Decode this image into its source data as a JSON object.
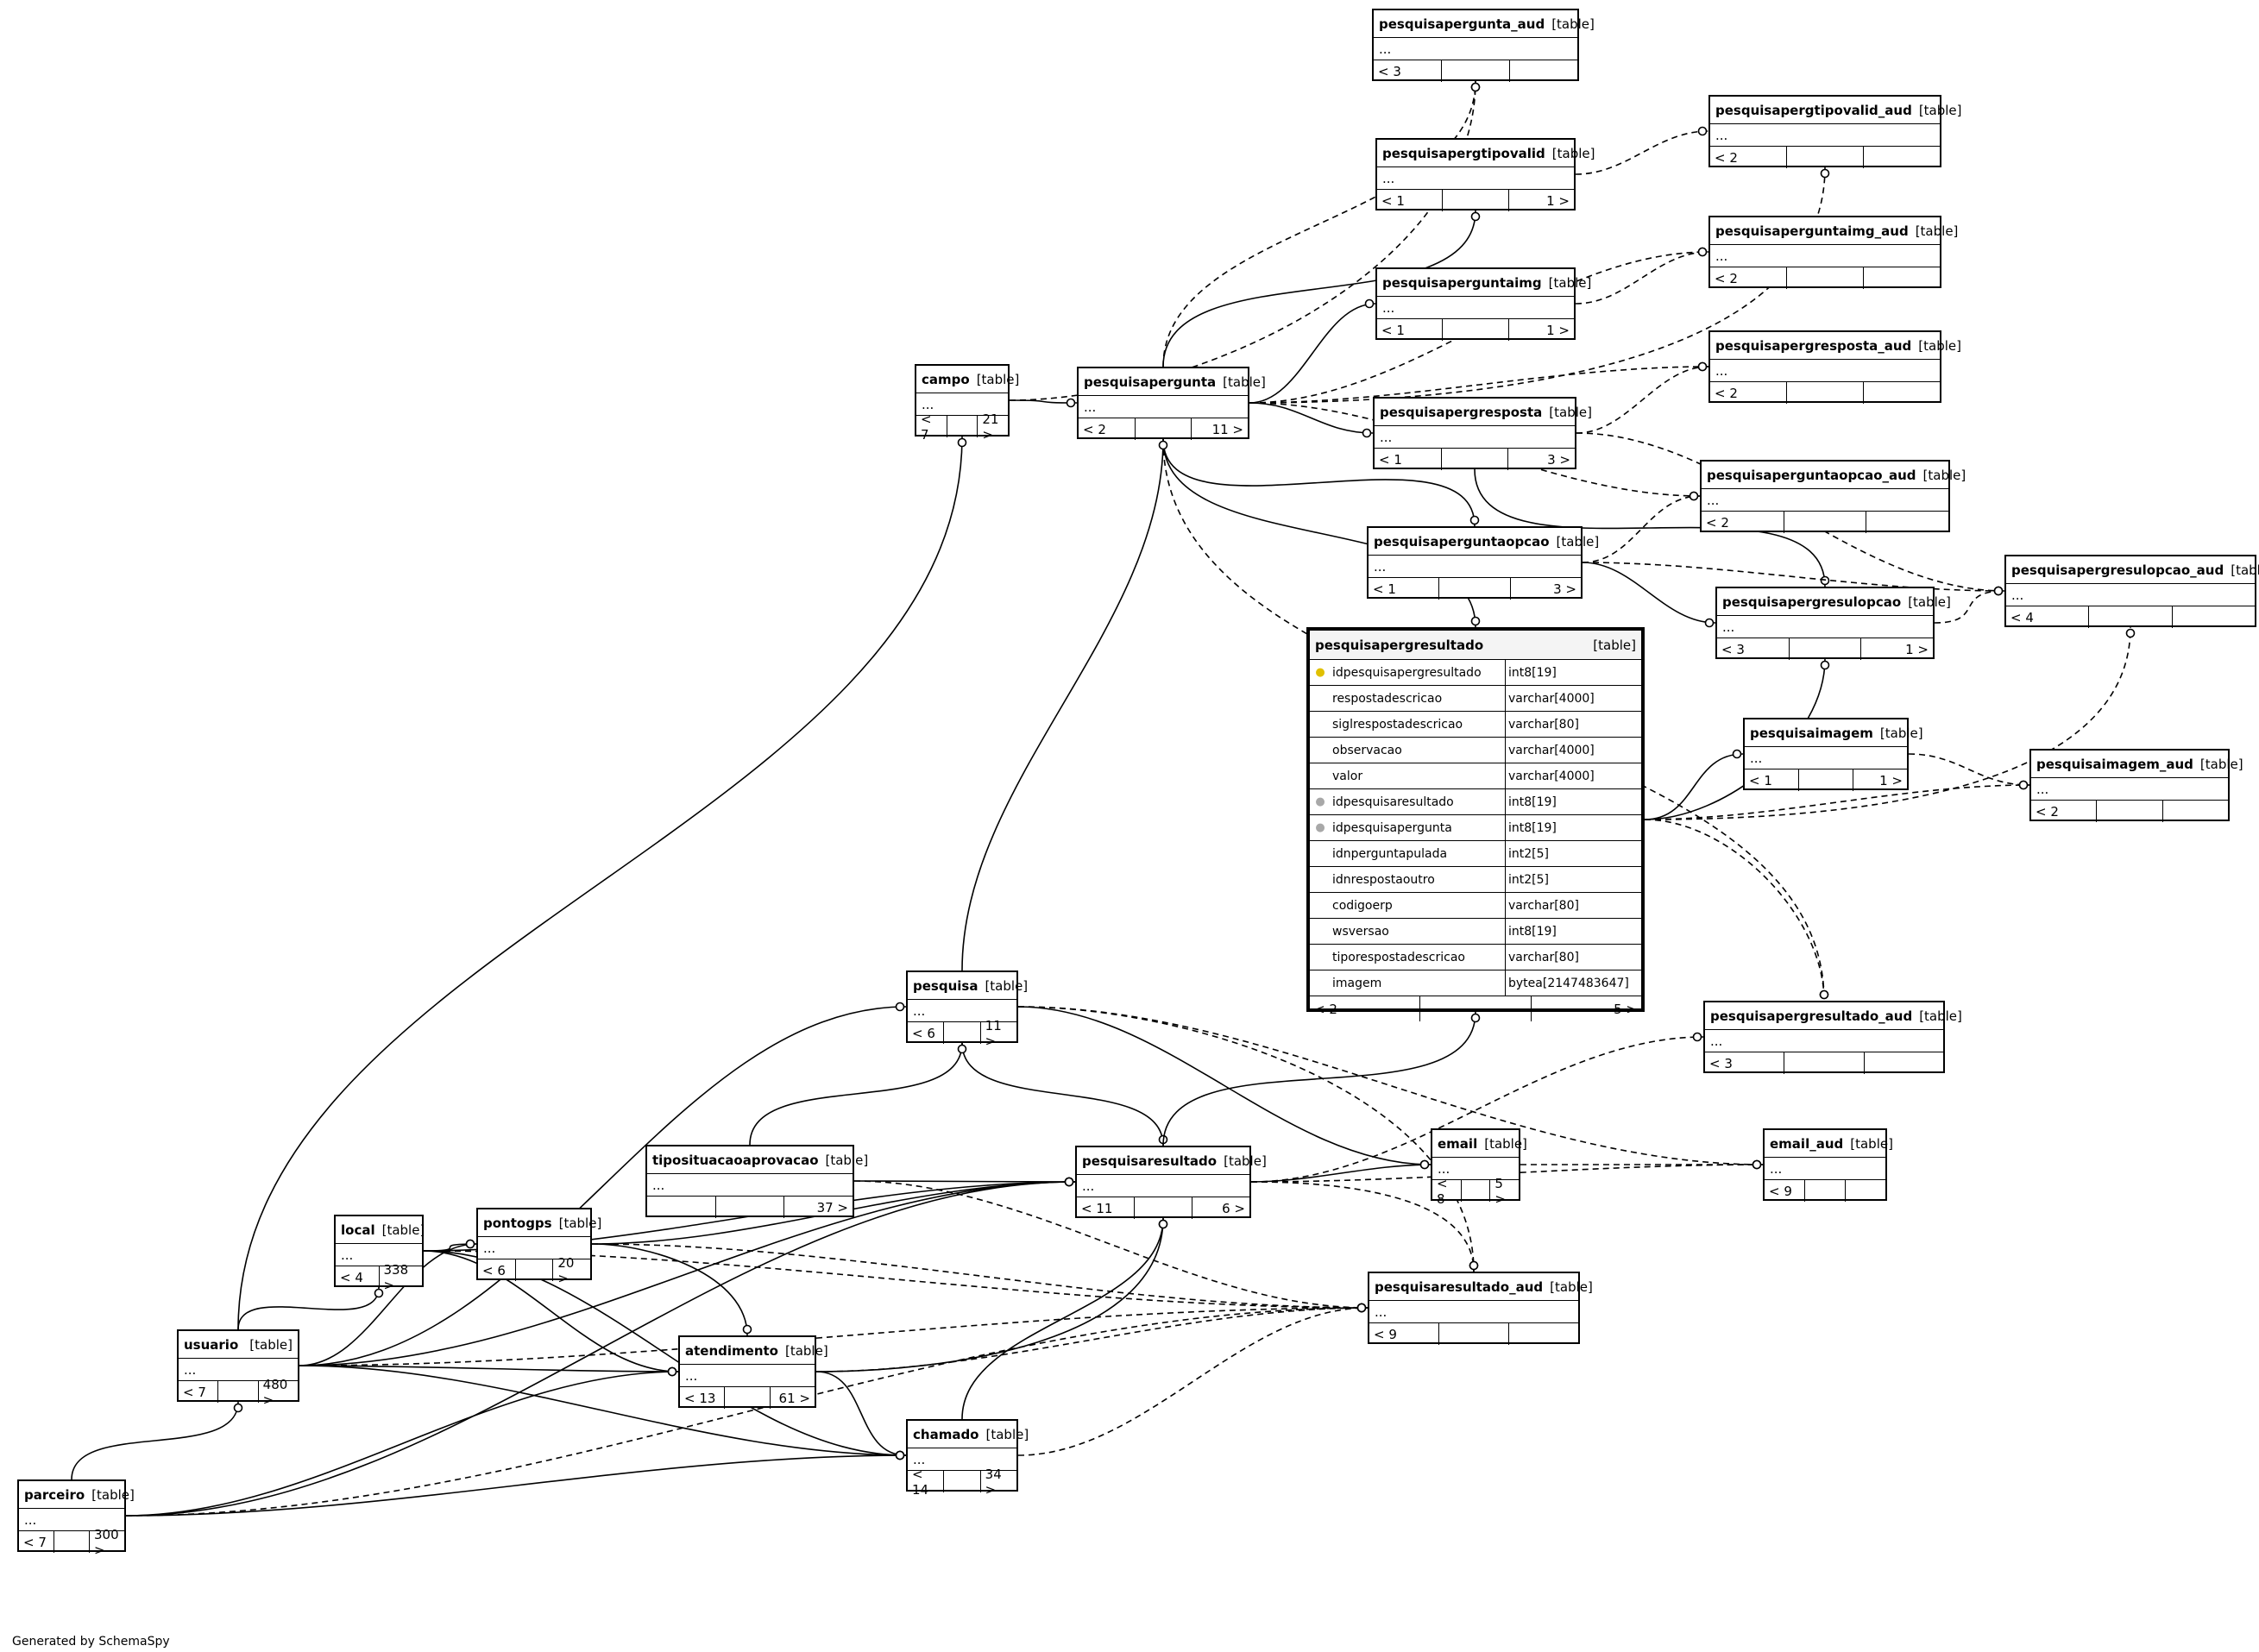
{
  "diagram": {
    "generator_credit": "Generated by SchemaSpy",
    "tables": [
      {
        "id": "pesquisapergunta_aud",
        "name": "pesquisapergunta_aud",
        "kind": "[table]",
        "body": "...",
        "footer": [
          "< 3",
          "",
          ""
        ]
      },
      {
        "id": "pesquisapergtipovalid_aud",
        "name": "pesquisapergtipovalid_aud",
        "kind": "[table]",
        "body": "...",
        "footer": [
          "< 2",
          "",
          ""
        ]
      },
      {
        "id": "pesquisapergtipovalid",
        "name": "pesquisapergtipovalid",
        "kind": "[table]",
        "body": "...",
        "footer": [
          "< 1",
          "",
          "1 >"
        ]
      },
      {
        "id": "pesquisaperguntaimg_aud",
        "name": "pesquisaperguntaimg_aud",
        "kind": "[table]",
        "body": "...",
        "footer": [
          "< 2",
          "",
          ""
        ]
      },
      {
        "id": "pesquisaperguntaimg",
        "name": "pesquisaperguntaimg",
        "kind": "[table]",
        "body": "...",
        "footer": [
          "< 1",
          "",
          "1 >"
        ]
      },
      {
        "id": "pesquisapergresposta_aud",
        "name": "pesquisapergresposta_aud",
        "kind": "[table]",
        "body": "...",
        "footer": [
          "< 2",
          "",
          ""
        ]
      },
      {
        "id": "campo",
        "name": "campo",
        "kind": "[table]",
        "body": "...",
        "footer": [
          "< 7",
          "",
          "21 >"
        ]
      },
      {
        "id": "pesquisapergunta",
        "name": "pesquisapergunta",
        "kind": "[table]",
        "body": "...",
        "footer": [
          "< 2",
          "",
          "11 >"
        ]
      },
      {
        "id": "pesquisapergresposta",
        "name": "pesquisapergresposta",
        "kind": "[table]",
        "body": "...",
        "footer": [
          "< 1",
          "",
          "3 >"
        ]
      },
      {
        "id": "pesquisaperguntaopcao_aud",
        "name": "pesquisaperguntaopcao_aud",
        "kind": "[table]",
        "body": "...",
        "footer": [
          "< 2",
          "",
          ""
        ]
      },
      {
        "id": "pesquisaperguntaopcao",
        "name": "pesquisaperguntaopcao",
        "kind": "[table]",
        "body": "...",
        "footer": [
          "< 1",
          "",
          "3 >"
        ]
      },
      {
        "id": "pesquisapergresulopcao_aud",
        "name": "pesquisapergresulopcao_aud",
        "kind": "[table]",
        "body": "...",
        "footer": [
          "< 4",
          "",
          ""
        ]
      },
      {
        "id": "pesquisapergresulopcao",
        "name": "pesquisapergresulopcao",
        "kind": "[table]",
        "body": "...",
        "footer": [
          "< 3",
          "",
          "1 >"
        ]
      },
      {
        "id": "pesquisaimagem",
        "name": "pesquisaimagem",
        "kind": "[table]",
        "body": "...",
        "footer": [
          "< 1",
          "",
          "1 >"
        ]
      },
      {
        "id": "pesquisaimagem_aud",
        "name": "pesquisaimagem_aud",
        "kind": "[table]",
        "body": "...",
        "footer": [
          "< 2",
          "",
          ""
        ]
      },
      {
        "id": "pesquisapergresultado_aud",
        "name": "pesquisapergresultado_aud",
        "kind": "[table]",
        "body": "...",
        "footer": [
          "< 3",
          "",
          ""
        ]
      },
      {
        "id": "pesquisa",
        "name": "pesquisa",
        "kind": "[table]",
        "body": "...",
        "footer": [
          "< 6",
          "",
          "11 >"
        ]
      },
      {
        "id": "email",
        "name": "email",
        "kind": "[table]",
        "body": "...",
        "footer": [
          "< 8",
          "",
          "5 >"
        ]
      },
      {
        "id": "email_aud",
        "name": "email_aud",
        "kind": "[table]",
        "body": "...",
        "footer": [
          "< 9",
          "",
          ""
        ]
      },
      {
        "id": "tiposituacaoaprovacao",
        "name": "tiposituacaoaprovacao",
        "kind": "[table]",
        "body": "...",
        "footer": [
          "",
          "",
          "37 >"
        ]
      },
      {
        "id": "pesquisaresultado",
        "name": "pesquisaresultado",
        "kind": "[table]",
        "body": "...",
        "footer": [
          "< 11",
          "",
          "6 >"
        ]
      },
      {
        "id": "local",
        "name": "local",
        "kind": "[table]",
        "body": "...",
        "footer": [
          "< 4",
          "338 >"
        ]
      },
      {
        "id": "pontogps",
        "name": "pontogps",
        "kind": "[table]",
        "body": "...",
        "footer": [
          "< 6",
          "",
          "20 >"
        ]
      },
      {
        "id": "pesquisaresultado_aud",
        "name": "pesquisaresultado_aud",
        "kind": "[table]",
        "body": "...",
        "footer": [
          "< 9",
          "",
          ""
        ]
      },
      {
        "id": "usuario",
        "name": "usuario",
        "kind": "[table]",
        "body": "...",
        "footer": [
          "< 7",
          "",
          "480 >"
        ]
      },
      {
        "id": "atendimento",
        "name": "atendimento",
        "kind": "[table]",
        "body": "...",
        "footer": [
          "< 13",
          "",
          "61 >"
        ]
      },
      {
        "id": "chamado",
        "name": "chamado",
        "kind": "[table]",
        "body": "...",
        "footer": [
          "< 14",
          "",
          "34 >"
        ]
      },
      {
        "id": "parceiro",
        "name": "parceiro",
        "kind": "[table]",
        "body": "...",
        "footer": [
          "< 7",
          "",
          "300 >"
        ]
      }
    ],
    "focus_table": {
      "id": "pesquisapergresultado",
      "name": "pesquisapergresultado",
      "kind": "[table]",
      "columns": [
        {
          "name": "idpesquisapergresultado",
          "type": "int8[19]",
          "icon": "primary-key-icon"
        },
        {
          "name": "respostadescricao",
          "type": "varchar[4000]",
          "icon": ""
        },
        {
          "name": "siglrespostadescricao",
          "type": "varchar[80]",
          "icon": ""
        },
        {
          "name": "observacao",
          "type": "varchar[4000]",
          "icon": ""
        },
        {
          "name": "valor",
          "type": "varchar[4000]",
          "icon": ""
        },
        {
          "name": "idpesquisaresultado",
          "type": "int8[19]",
          "icon": "foreign-key-icon"
        },
        {
          "name": "idpesquisapergunta",
          "type": "int8[19]",
          "icon": "foreign-key-icon"
        },
        {
          "name": "idnperguntapulada",
          "type": "int2[5]",
          "icon": ""
        },
        {
          "name": "idnrespostaoutro",
          "type": "int2[5]",
          "icon": ""
        },
        {
          "name": "codigoerp",
          "type": "varchar[80]",
          "icon": ""
        },
        {
          "name": "wsversao",
          "type": "int8[19]",
          "icon": ""
        },
        {
          "name": "tiporespostadescricao",
          "type": "varchar[80]",
          "icon": ""
        },
        {
          "name": "imagem",
          "type": "bytea[2147483647]",
          "icon": ""
        }
      ],
      "footer": [
        "< 2",
        "",
        "5 >"
      ]
    },
    "relationships": [
      {
        "from": "campo",
        "to": "pesquisapergunta",
        "style": "solid"
      },
      {
        "from": "campo",
        "to": "pesquisapergunta_aud",
        "style": "dashed"
      },
      {
        "from": "pesquisapergunta",
        "to": "pesquisapergunta_aud",
        "style": "dashed"
      },
      {
        "from": "pesquisapergunta",
        "to": "pesquisapergtipovalid",
        "style": "solid"
      },
      {
        "from": "pesquisapergunta",
        "to": "pesquisapergtipovalid_aud",
        "style": "dashed"
      },
      {
        "from": "pesquisapergunta",
        "to": "pesquisaperguntaimg",
        "style": "solid"
      },
      {
        "from": "pesquisapergunta",
        "to": "pesquisaperguntaimg_aud",
        "style": "dashed"
      },
      {
        "from": "pesquisapergunta",
        "to": "pesquisapergresposta",
        "style": "solid"
      },
      {
        "from": "pesquisapergunta",
        "to": "pesquisapergresposta_aud",
        "style": "dashed"
      },
      {
        "from": "pesquisapergunta",
        "to": "pesquisaperguntaopcao",
        "style": "solid"
      },
      {
        "from": "pesquisapergunta",
        "to": "pesquisaperguntaopcao_aud",
        "style": "dashed"
      },
      {
        "from": "pesquisapergunta",
        "to": "pesquisapergresultado",
        "style": "solid"
      },
      {
        "from": "pesquisapergunta",
        "to": "pesquisapergresultado_aud",
        "style": "dashed"
      },
      {
        "from": "pesquisapergtipovalid",
        "to": "pesquisapergtipovalid_aud",
        "style": "dashed"
      },
      {
        "from": "pesquisaperguntaimg",
        "to": "pesquisaperguntaimg_aud",
        "style": "dashed"
      },
      {
        "from": "pesquisapergresposta",
        "to": "pesquisapergresposta_aud",
        "style": "dashed"
      },
      {
        "from": "pesquisapergresposta",
        "to": "pesquisapergresulopcao",
        "style": "solid"
      },
      {
        "from": "pesquisapergresposta",
        "to": "pesquisapergresulopcao_aud",
        "style": "dashed"
      },
      {
        "from": "pesquisaperguntaopcao",
        "to": "pesquisaperguntaopcao_aud",
        "style": "dashed"
      },
      {
        "from": "pesquisaperguntaopcao",
        "to": "pesquisapergresulopcao",
        "style": "solid"
      },
      {
        "from": "pesquisaperguntaopcao",
        "to": "pesquisapergresulopcao_aud",
        "style": "dashed"
      },
      {
        "from": "pesquisapergresulopcao",
        "to": "pesquisapergresulopcao_aud",
        "style": "dashed"
      },
      {
        "from": "pesquisapergresultado",
        "to": "pesquisapergresulopcao",
        "style": "solid"
      },
      {
        "from": "pesquisapergresultado",
        "to": "pesquisapergresulopcao_aud",
        "style": "dashed"
      },
      {
        "from": "pesquisapergresultado",
        "to": "pesquisaimagem",
        "style": "solid"
      },
      {
        "from": "pesquisapergresultado",
        "to": "pesquisaimagem_aud",
        "style": "dashed"
      },
      {
        "from": "pesquisapergresultado",
        "to": "pesquisapergresultado_aud",
        "style": "dashed"
      },
      {
        "from": "pesquisaimagem",
        "to": "pesquisaimagem_aud",
        "style": "dashed"
      },
      {
        "from": "pesquisa",
        "to": "pesquisapergunta",
        "style": "solid"
      },
      {
        "from": "pesquisa",
        "to": "pesquisaresultado",
        "style": "solid"
      },
      {
        "from": "pesquisa",
        "to": "email",
        "style": "solid"
      },
      {
        "from": "pesquisa",
        "to": "pesquisaresultado_aud",
        "style": "dashed"
      },
      {
        "from": "pesquisa",
        "to": "email_aud",
        "style": "dashed"
      },
      {
        "from": "pesquisaresultado",
        "to": "pesquisapergresultado",
        "style": "solid"
      },
      {
        "from": "pesquisaresultado",
        "to": "pesquisapergresultado_aud",
        "style": "dashed"
      },
      {
        "from": "pesquisaresultado",
        "to": "email",
        "style": "solid"
      },
      {
        "from": "pesquisaresultado",
        "to": "email_aud",
        "style": "dashed"
      },
      {
        "from": "pesquisaresultado",
        "to": "pesquisaresultado_aud",
        "style": "dashed"
      },
      {
        "from": "email",
        "to": "email_aud",
        "style": "dashed"
      },
      {
        "from": "tiposituacaoaprovacao",
        "to": "pesquisa",
        "style": "solid"
      },
      {
        "from": "tiposituacaoaprovacao",
        "to": "pesquisaresultado",
        "style": "solid"
      },
      {
        "from": "tiposituacaoaprovacao",
        "to": "pesquisaresultado_aud",
        "style": "dashed"
      },
      {
        "from": "local",
        "to": "pontogps",
        "style": "solid"
      },
      {
        "from": "local",
        "to": "atendimento",
        "style": "solid"
      },
      {
        "from": "local",
        "to": "chamado",
        "style": "solid"
      },
      {
        "from": "local",
        "to": "pesquisaresultado",
        "style": "solid"
      },
      {
        "from": "local",
        "to": "pesquisaresultado_aud",
        "style": "dashed"
      },
      {
        "from": "pontogps",
        "to": "atendimento",
        "style": "solid"
      },
      {
        "from": "pontogps",
        "to": "pesquisaresultado",
        "style": "solid"
      },
      {
        "from": "pontogps",
        "to": "pesquisaresultado_aud",
        "style": "dashed"
      },
      {
        "from": "usuario",
        "to": "campo",
        "style": "solid"
      },
      {
        "from": "usuario",
        "to": "pesquisa",
        "style": "solid"
      },
      {
        "from": "usuario",
        "to": "pesquisaresultado",
        "style": "solid"
      },
      {
        "from": "usuario",
        "to": "local",
        "style": "solid"
      },
      {
        "from": "usuario",
        "to": "pontogps",
        "style": "solid"
      },
      {
        "from": "usuario",
        "to": "atendimento",
        "style": "solid"
      },
      {
        "from": "usuario",
        "to": "chamado",
        "style": "solid"
      },
      {
        "from": "usuario",
        "to": "pesquisaresultado_aud",
        "style": "dashed"
      },
      {
        "from": "atendimento",
        "to": "chamado",
        "style": "solid"
      },
      {
        "from": "atendimento",
        "to": "pesquisaresultado",
        "style": "solid"
      },
      {
        "from": "atendimento",
        "to": "pesquisaresultado_aud",
        "style": "dashed"
      },
      {
        "from": "chamado",
        "to": "pesquisaresultado",
        "style": "solid"
      },
      {
        "from": "chamado",
        "to": "pesquisaresultado_aud",
        "style": "dashed"
      },
      {
        "from": "parceiro",
        "to": "usuario",
        "style": "solid"
      },
      {
        "from": "parceiro",
        "to": "atendimento",
        "style": "solid"
      },
      {
        "from": "parceiro",
        "to": "chamado",
        "style": "solid"
      },
      {
        "from": "parceiro",
        "to": "pesquisaresultado",
        "style": "solid"
      },
      {
        "from": "parceiro",
        "to": "pesquisaresultado_aud",
        "style": "dashed"
      }
    ]
  }
}
